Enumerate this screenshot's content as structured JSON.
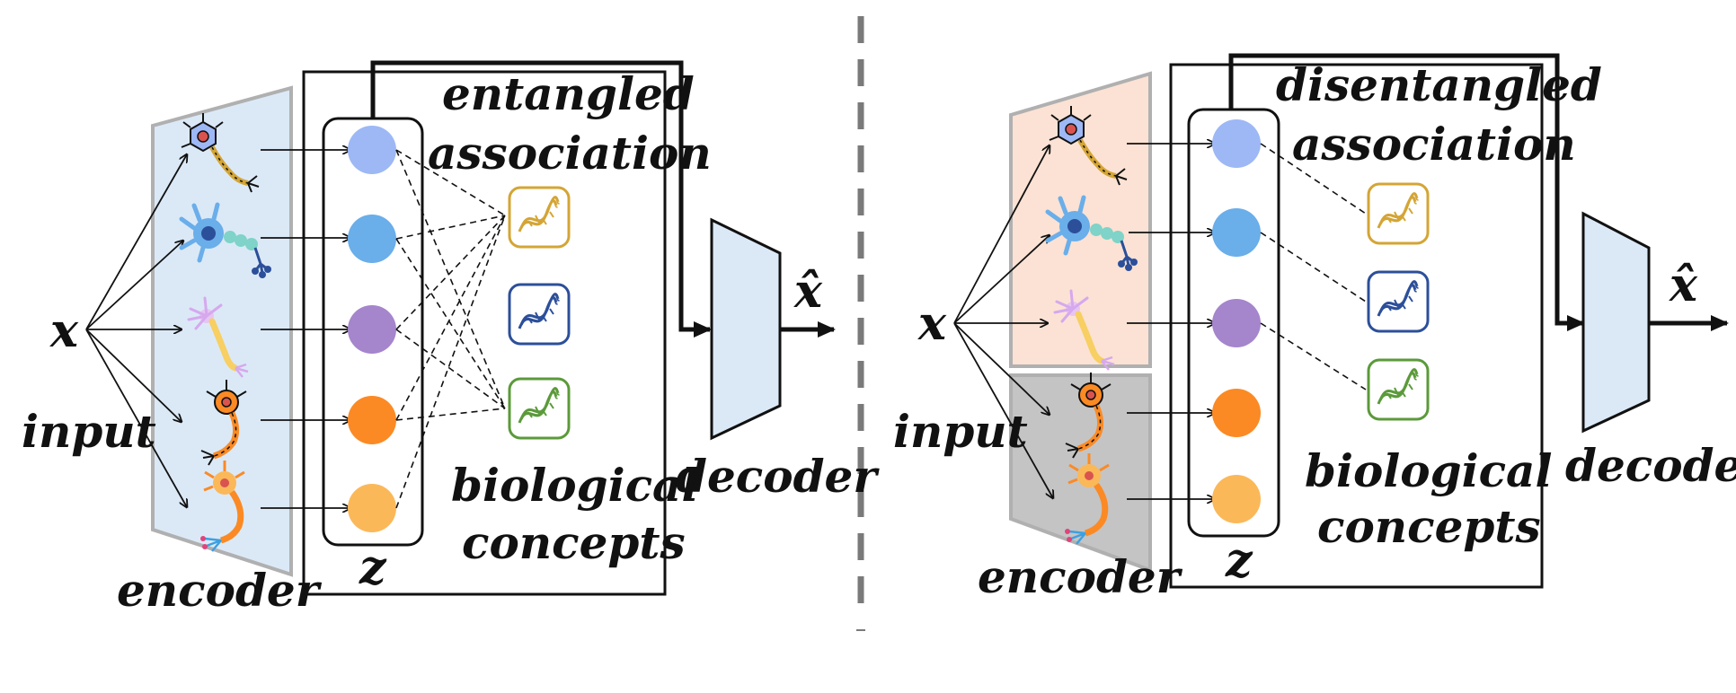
{
  "colors": {
    "encoder_fill": "#dbe9f7",
    "encoder_stroke": "#b0b0b0",
    "encoder_top_fill": "#fbe2d4",
    "encoder_bottom_fill": "#c4c4c4",
    "decoder_fill": "#dbe9f7",
    "latent_colors": [
      "#9db8f5",
      "#6aaeea",
      "#a585cc",
      "#fb8a24",
      "#fbb859"
    ],
    "concept_colors": [
      "#d4a535",
      "#2c4f9a",
      "#5b9a3a"
    ]
  },
  "left": {
    "input_var": "x",
    "input_label": "input",
    "encoder_label": "encoder",
    "latent_label": "z",
    "association_line1": "entangled",
    "association_line2": "association",
    "concepts_line1": "biological",
    "concepts_line2": "concepts",
    "decoder_label": "decoder",
    "output_var": "x̂"
  },
  "right": {
    "input_var": "x",
    "input_label": "input",
    "encoder_label": "encoder",
    "latent_label": "z",
    "association_line1": "disentangled",
    "association_line2": "association",
    "concepts_line1": "biological",
    "concepts_line2": "concepts",
    "decoder_label": "decoder",
    "output_var": "x̂"
  },
  "icons": {
    "cells": [
      "neuron-cell-icon",
      "neuron-cell-icon",
      "neuron-cell-icon",
      "neuron-cell-icon",
      "neuron-cell-icon"
    ],
    "concepts": [
      "dna-icon",
      "dna-icon",
      "dna-icon"
    ]
  }
}
